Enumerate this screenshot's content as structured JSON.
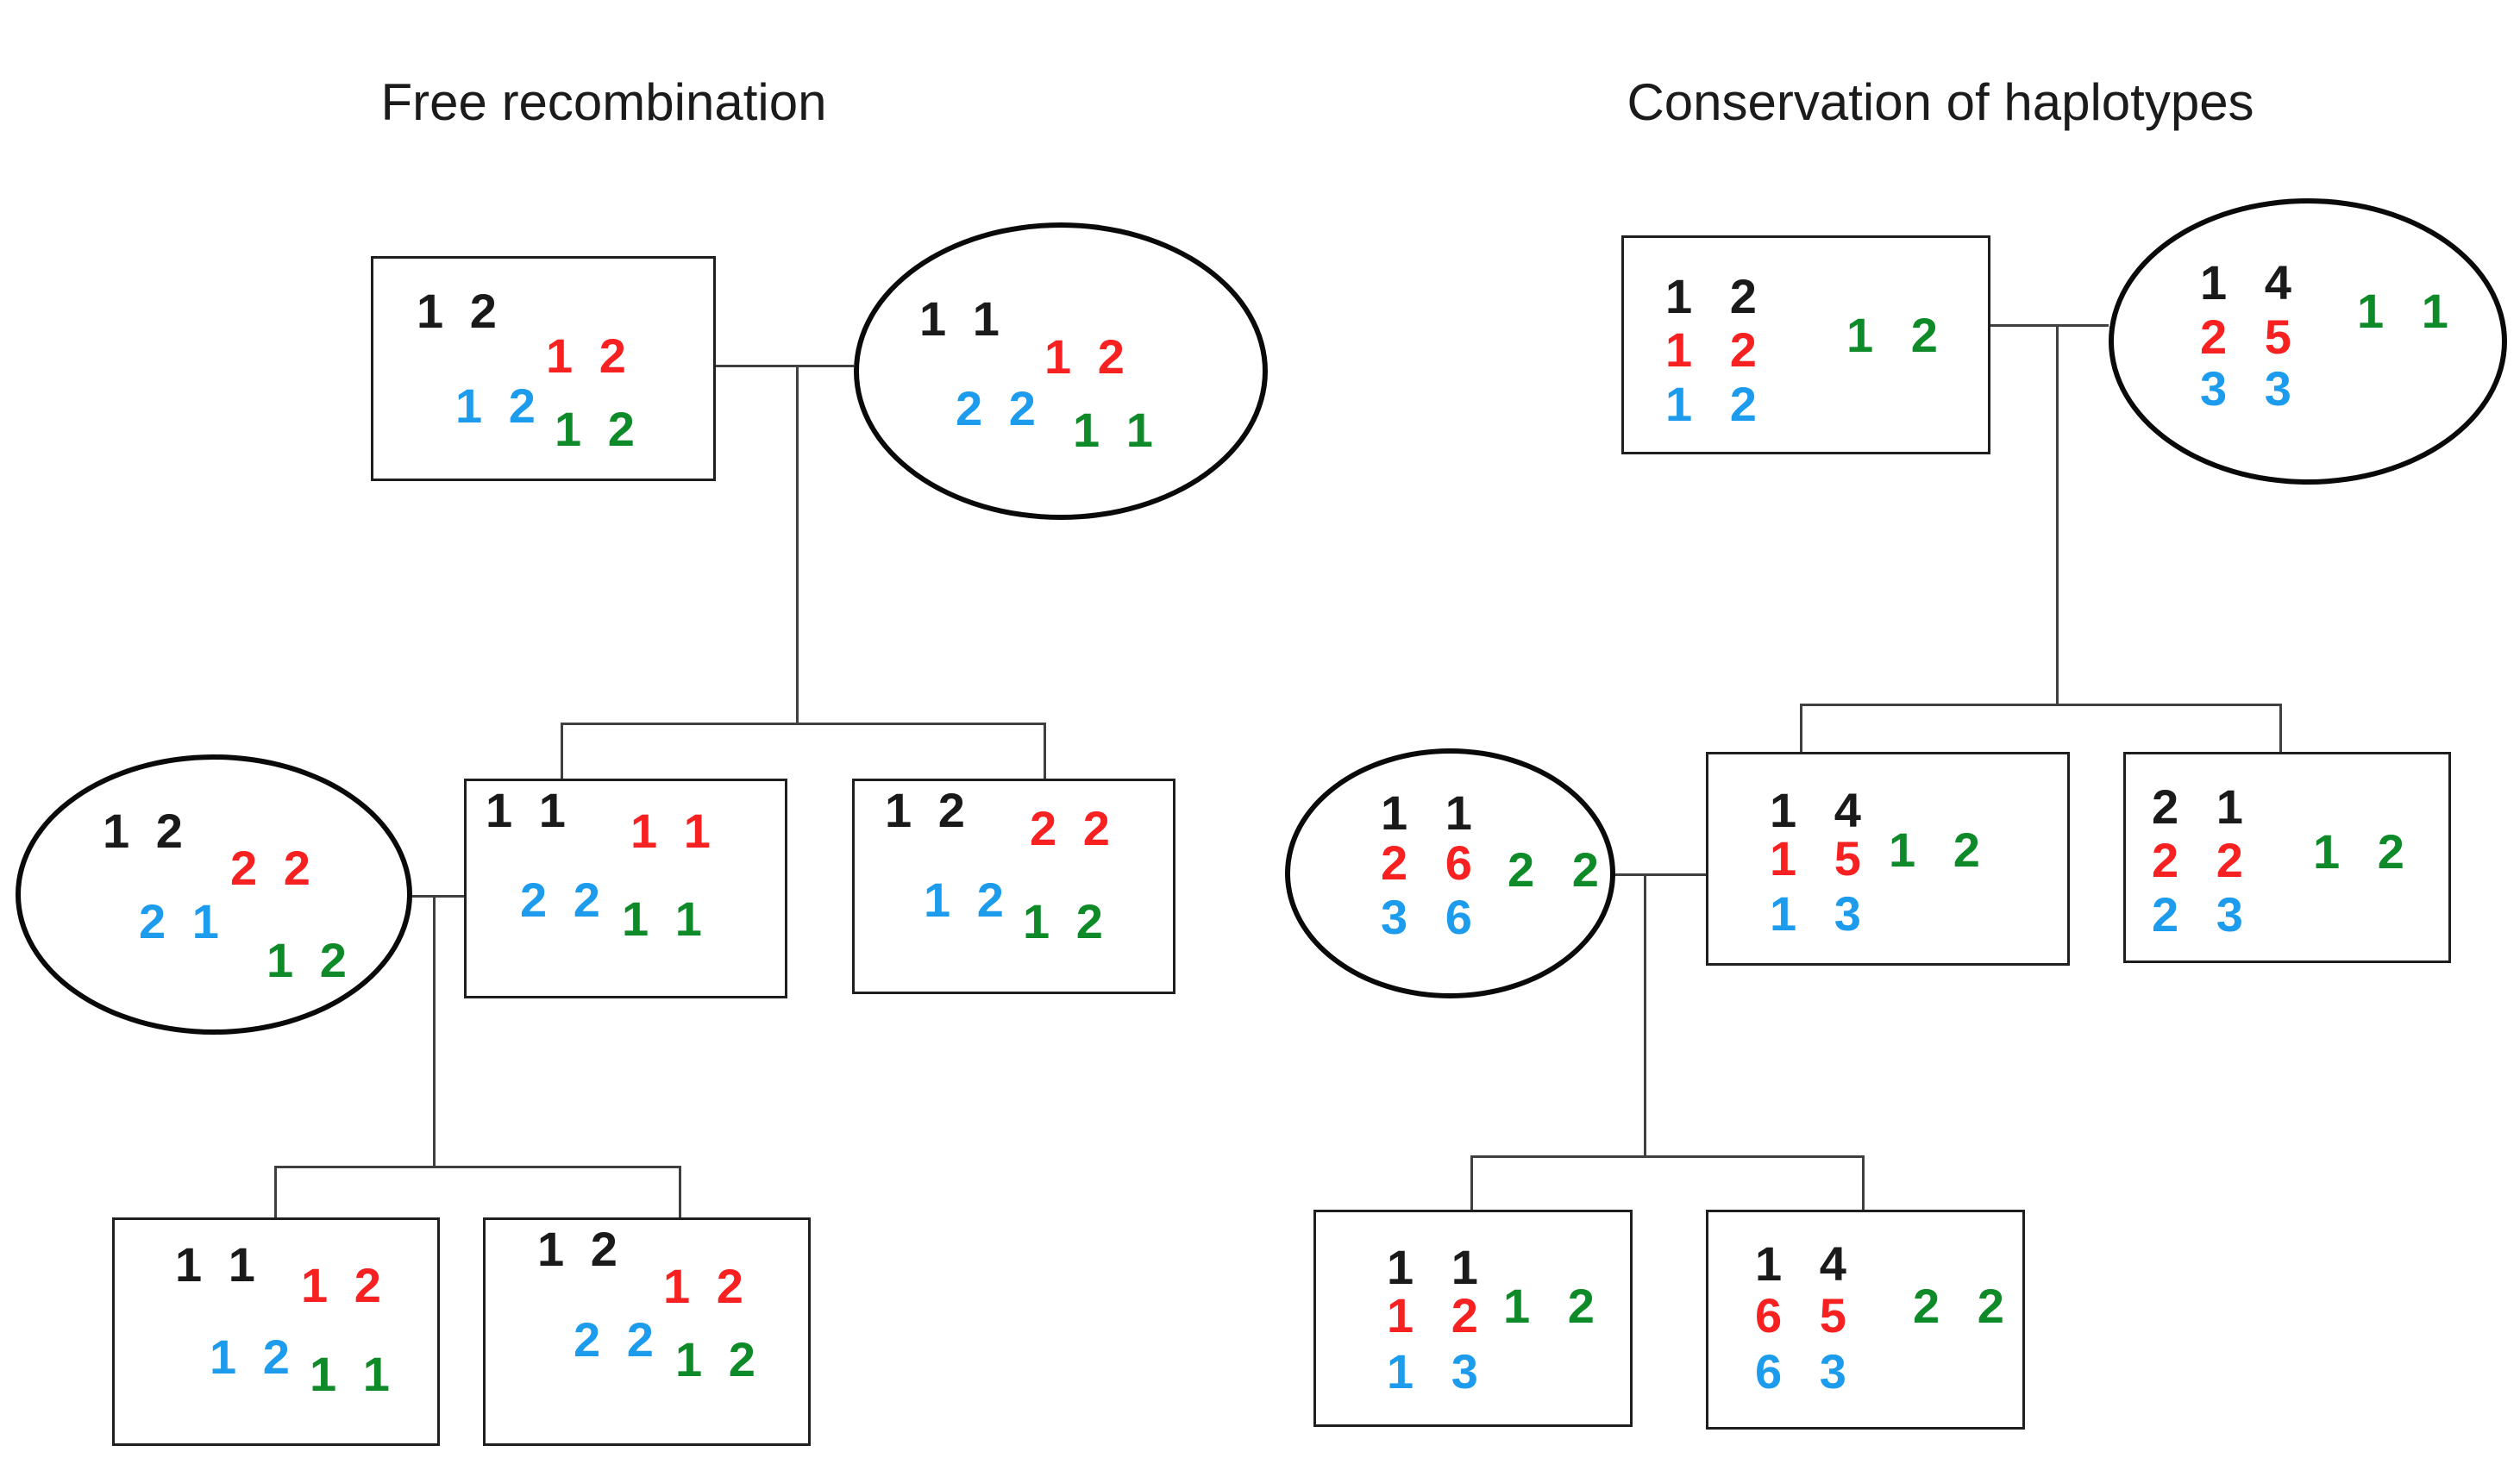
{
  "diagram_type": "pedigree-haplotype-comparison",
  "colors": {
    "black": "#1a1a1a",
    "red": "#f82121",
    "blue": "#1d9bec",
    "green": "#0e8a28",
    "line": "#404040"
  },
  "panels": [
    {
      "title": "Free recombination",
      "individuals": [
        {
          "id": "gen1-father",
          "shape": "box",
          "alleles": {
            "black": "1 2",
            "red": "1 2",
            "blue": "1 2",
            "green": "1 2"
          }
        },
        {
          "id": "gen1-mother",
          "shape": "ellipse",
          "alleles": {
            "black": "1 1",
            "red": "1 2",
            "blue": "2 2",
            "green": "1 1"
          }
        },
        {
          "id": "gen2-spouse",
          "shape": "ellipse",
          "alleles": {
            "black": "1 2",
            "red": "2 2",
            "blue": "2 1",
            "green": "1 2"
          }
        },
        {
          "id": "gen2-son1",
          "shape": "box",
          "alleles": {
            "black": "1 1",
            "red": "1 1",
            "blue": "2 2",
            "green": "1 1"
          }
        },
        {
          "id": "gen2-son2",
          "shape": "box",
          "alleles": {
            "black": "1 2",
            "red": "2 2",
            "blue": "1 2",
            "green": "1 2"
          }
        },
        {
          "id": "gen3-son1",
          "shape": "box",
          "alleles": {
            "black": "1 1",
            "red": "1 2",
            "blue": "1 2",
            "green": "1 1"
          }
        },
        {
          "id": "gen3-son2",
          "shape": "box",
          "alleles": {
            "black": "1 2",
            "red": "1 2",
            "blue": "2 2",
            "green": "1 2"
          }
        }
      ]
    },
    {
      "title": "Conservation of haplotypes",
      "individuals": [
        {
          "id": "gen1-father",
          "shape": "box",
          "alleles": {
            "black": "1 2",
            "red": "1 2",
            "blue": "1 2",
            "green": "1 2"
          }
        },
        {
          "id": "gen1-mother",
          "shape": "ellipse",
          "alleles": {
            "black": "1 4",
            "red": "2 5",
            "blue": "3 3",
            "green": "1 1"
          }
        },
        {
          "id": "gen2-spouse",
          "shape": "ellipse",
          "alleles": {
            "black": "1 1",
            "red": "2 6",
            "blue": "3 6",
            "green": "2 2"
          }
        },
        {
          "id": "gen2-son1",
          "shape": "box",
          "alleles": {
            "black": "1 4",
            "red": "1 5",
            "blue": "1 3",
            "green": "1 2"
          }
        },
        {
          "id": "gen2-son2",
          "shape": "box",
          "alleles": {
            "black": "2 1",
            "red": "2 2",
            "blue": "2 3",
            "green": "1 2"
          }
        },
        {
          "id": "gen3-son1",
          "shape": "box",
          "alleles": {
            "black": "1 1",
            "red": "1 2",
            "blue": "1 3",
            "green": "1 2"
          }
        },
        {
          "id": "gen3-son2",
          "shape": "box",
          "alleles": {
            "black": "1 4",
            "red": "6 5",
            "blue": "6 3",
            "green": "2 2"
          }
        }
      ]
    }
  ]
}
